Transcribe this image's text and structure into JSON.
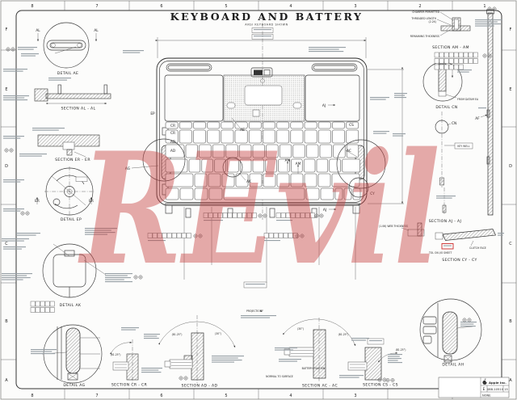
{
  "sheet": {
    "title": "KEYBOARD AND BATTERY",
    "subtitle": "ANSI KEYBOARD SHOWN",
    "zones_top": [
      "8",
      "7",
      "6",
      "5",
      "4",
      "3",
      "2",
      "1"
    ],
    "zones_bottom": [
      "8",
      "7",
      "6",
      "5",
      "4",
      "3",
      "2",
      "1"
    ],
    "zones_left": [
      "F",
      "E",
      "D",
      "C",
      "B",
      "A"
    ],
    "zones_right": [
      "F",
      "E",
      "D",
      "C",
      "B",
      "A"
    ]
  },
  "watermark": {
    "text": "REvil",
    "color": "#c64040"
  },
  "views": {
    "detail_ae": "DETAIL AE",
    "section_al": "SECTION AL - AL",
    "section_er": "SECTION ER - ER",
    "detail_ep": "DETAIL EP",
    "detail_ak": "DETAIL AK",
    "detail_ag": "DETAIL AG",
    "section_cr": "SECTION CR - CR",
    "section_ad": "SECTION AD - AD",
    "section_ac": "SECTION AC - AC",
    "section_cs": "SECTION CS - CS",
    "detail_ah": "DETAIL AH",
    "section_am": "SECTION AM - AM",
    "detail_cn": "DETAIL CN",
    "section_aj": "SECTION AJ - AJ",
    "section_cy": "SECTION CY - CY"
  },
  "markers": {
    "al": "AL",
    "er": "ER",
    "ep": "EP",
    "am": "AM",
    "ae": "AE",
    "ak": "AK",
    "ag": "AG",
    "ac": "AC",
    "ad": "AD",
    "cr": "CR",
    "cs": "CS",
    "cy": "CY",
    "aj": "AJ",
    "cn": "CN",
    "af": "AF",
    "ah": "AH"
  },
  "notes": {
    "chamfer": "CHAMFER PERMITTED",
    "threaded_length": "THREADED LENGTH",
    "threaded_qty": "(2.2X)",
    "remaining_thickness": "REMAINING THICKNESS",
    "web_thickness": "(1.06) WEB THICKNESS",
    "clutch_face": "CLUTCH FACE",
    "tol_sheet": "TOL ON I/O SHEET",
    "from_datum": "FROM DATUM EA",
    "key_well": "KEY WELL",
    "projection": "PROJECTION",
    "angle_8125": "(81.25°)",
    "angle_30": "(30°)",
    "battery_fixation": "BATTERY FIXATION",
    "normal_to_surface": "NORMAL TO SURFACE"
  },
  "title_block": {
    "company": "Apple Inc.",
    "size": "E",
    "drawing_number": "088-10510",
    "rev": "15",
    "scale": "NONE"
  }
}
